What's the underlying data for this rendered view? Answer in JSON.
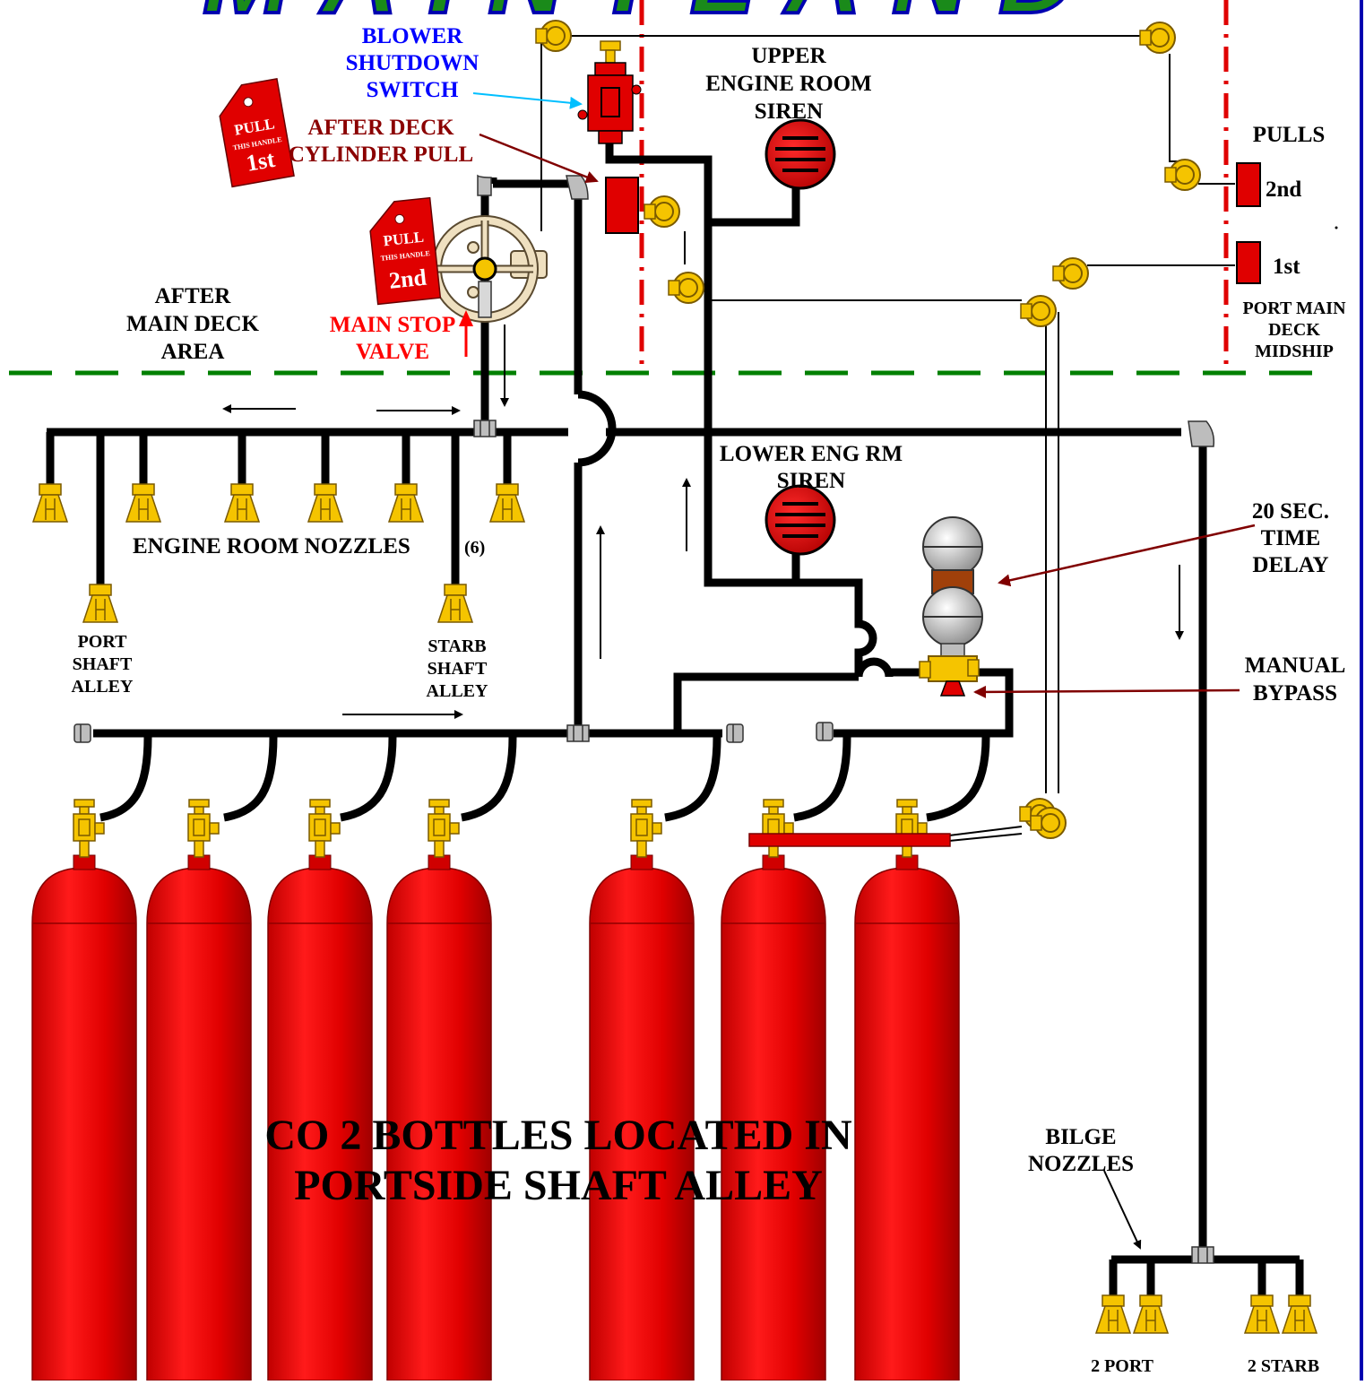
{
  "title": "MAINTLAND",
  "labels": {
    "blower": [
      "BLOWER",
      "SHUTDOWN",
      "SWITCH"
    ],
    "after_deck_pull": [
      "AFTER DECK",
      "CYLINDER PULL"
    ],
    "upper_siren": [
      "UPPER",
      "ENGINE ROOM",
      "SIREN"
    ],
    "pulls": "PULLS",
    "pull_2nd": "2nd",
    "pull_1st": "1st",
    "port_main_deck": [
      "PORT MAIN",
      "DECK",
      "MIDSHIP"
    ],
    "after_main_deck": [
      "AFTER",
      "MAIN DECK",
      "AREA"
    ],
    "main_stop_valve": [
      "MAIN STOP",
      "VALVE"
    ],
    "lower_siren": [
      "LOWER ENG RM",
      "SIREN"
    ],
    "engine_room_nozzles": "ENGINE ROOM NOZZLES",
    "nozzle_count": "(6)",
    "port_shaft_alley": [
      "PORT",
      "SHAFT",
      "ALLEY"
    ],
    "starb_shaft_alley": [
      "STARB",
      "SHAFT",
      "ALLEY"
    ],
    "time_delay": [
      "20 SEC.",
      "TIME",
      "DELAY"
    ],
    "manual_bypass": [
      "MANUAL",
      "BYPASS"
    ],
    "co2_bottles": [
      "CO 2 BOTTLES LOCATED IN",
      "PORTSIDE SHAFT ALLEY"
    ],
    "bilge_nozzles": [
      "BILGE",
      "NOZZLES"
    ],
    "two_port": "2 PORT",
    "two_starb": "2 STARB"
  },
  "tags": [
    {
      "pull": "PULL",
      "small": "THIS HANDLE",
      "order": "1st"
    },
    {
      "pull": "PULL",
      "small": "THIS HANDLE",
      "order": "2nd"
    }
  ],
  "colors": {
    "pipe": "#000000",
    "cylinder": "#e60000",
    "brass": "#f5c400",
    "deck_line": "#008000",
    "boundary_line": "#e00000",
    "blower_text": "#0000ff",
    "pull_text": "#8b0000",
    "valve_text": "#ff0000",
    "frame": "#0000b0"
  }
}
